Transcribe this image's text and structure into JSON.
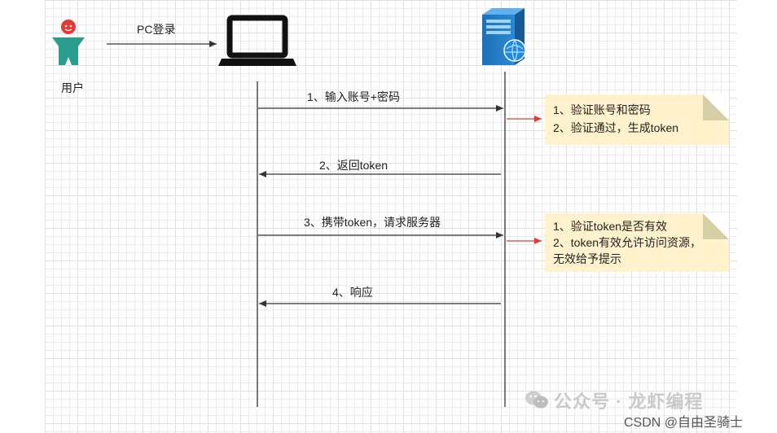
{
  "actors": {
    "user_label": "用户",
    "login_label": "PC登录"
  },
  "messages": [
    {
      "text": "1、输入账号+密码"
    },
    {
      "text": "2、返回token"
    },
    {
      "text": "3、携带token，请求服务器"
    },
    {
      "text": "4、响应"
    }
  ],
  "notes": [
    {
      "lines": [
        "1、验证账号和密码",
        "2、验证通过，生成token"
      ]
    },
    {
      "lines": [
        "1、验证token是否有效",
        "2、token有效允许访问资源，",
        "无效给予提示"
      ]
    }
  ],
  "watermark": "公众号 · 龙虾编程",
  "credit": "CSDN @自由圣骑士",
  "colors": {
    "note_fill": "#fff2cc",
    "arrow_red": "#e53935",
    "user_body": "#2a9d8f",
    "user_head": "#e53935"
  }
}
